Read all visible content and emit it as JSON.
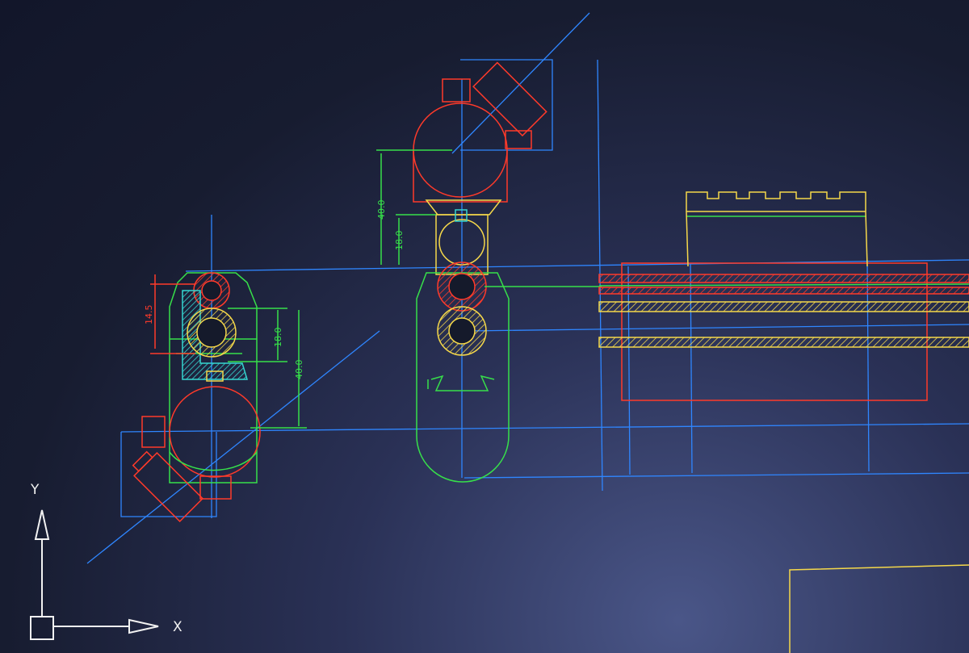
{
  "colors": {
    "background": "#151a2b",
    "construction": "#2f86ff",
    "red": "#ff3a2a",
    "green": "#37e04a",
    "yellow": "#f5d84a",
    "cyan": "#35d5d0",
    "white": "#f2f2f2"
  },
  "dimensions": {
    "left_dim_14_5": "14.5",
    "left_dim_18": "18.0",
    "left_dim_40": "40.0",
    "top_dim_40": "40.0",
    "top_dim_18": "18.0"
  },
  "ucs": {
    "x_label": "X",
    "y_label": "Y",
    "icon": "ucs-axis-icon"
  }
}
